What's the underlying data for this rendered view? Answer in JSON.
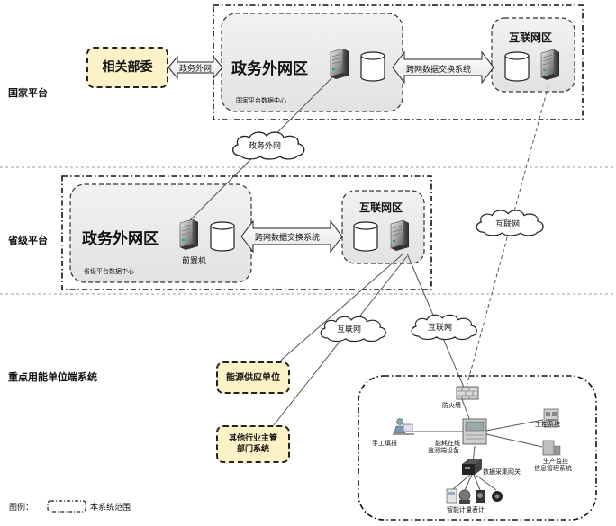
{
  "tiers": {
    "national": "国家平台",
    "provincial": "省级平台",
    "enterprise": "重点用能单位端系统"
  },
  "national": {
    "related_ministries": "相关部委",
    "gov_link": "政务外网",
    "gov_zone_title": "政务外网区",
    "data_center": "国家平台数据中心",
    "exchange": "跨网数据交换系统",
    "internet_zone": "互联网区"
  },
  "clouds": {
    "gov_net": "政务外网",
    "internet_right": "互联网",
    "internet_a": "互联网",
    "internet_b": "互联网"
  },
  "provincial": {
    "gov_zone_title": "政务外网区",
    "front_server": "前置机",
    "data_center": "省级平台数据中心",
    "exchange": "跨网数据交换系统",
    "internet_zone": "互联网区"
  },
  "enterprise": {
    "energy_supply": "能源供应单位",
    "industry_dept_line1": "其他行业主管",
    "industry_dept_line2": "部门系统",
    "firewall": "防火墙",
    "manual_report": "手工填报",
    "monitoring_device_line1": "能耗在线",
    "monitoring_device_line2": "监测端设备",
    "control_system": "工控系统",
    "production_mgmt_line1": "生产监控",
    "production_mgmt_line2": "信息管理系统",
    "gateway": "数据采集网关",
    "meters": "智能计量表计"
  },
  "legend": {
    "prefix": "图例：",
    "text": "本系统范围"
  }
}
